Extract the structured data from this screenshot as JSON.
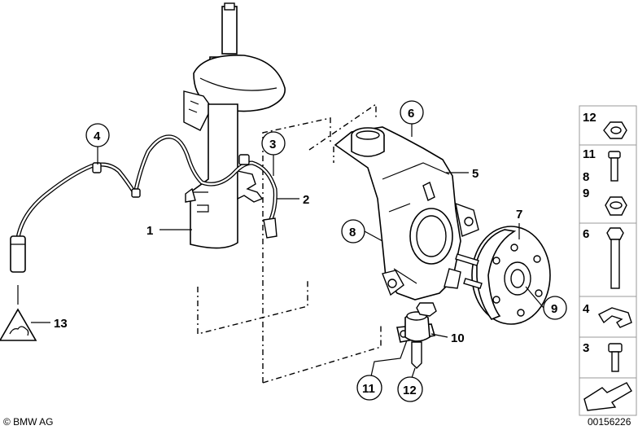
{
  "callouts": [
    {
      "id": "c1",
      "label": "1"
    },
    {
      "id": "c2",
      "label": "2"
    },
    {
      "id": "c3",
      "label": "3"
    },
    {
      "id": "c4",
      "label": "4"
    },
    {
      "id": "c5",
      "label": "5"
    },
    {
      "id": "c6",
      "label": "6"
    },
    {
      "id": "c7",
      "label": "7"
    },
    {
      "id": "c8",
      "label": "8"
    },
    {
      "id": "c9",
      "label": "9"
    },
    {
      "id": "c10",
      "label": "10"
    },
    {
      "id": "c11",
      "label": "11"
    },
    {
      "id": "c12",
      "label": "12"
    },
    {
      "id": "c13",
      "label": "13"
    }
  ],
  "side_panel": {
    "items": [
      {
        "label": "12",
        "part": "hex-nut"
      },
      {
        "label": "11",
        "part": "bolt"
      },
      {
        "label": "8",
        "part": "bolt"
      },
      {
        "label": "9",
        "part": "collar-nut"
      },
      {
        "label": "6",
        "part": "long-hex-bolt"
      },
      {
        "label": "4",
        "part": "retaining-clip"
      },
      {
        "label": "3",
        "part": "socket-screw"
      }
    ]
  },
  "footer": {
    "copyright": "© BMW AG",
    "diagram_number": "00156226"
  }
}
